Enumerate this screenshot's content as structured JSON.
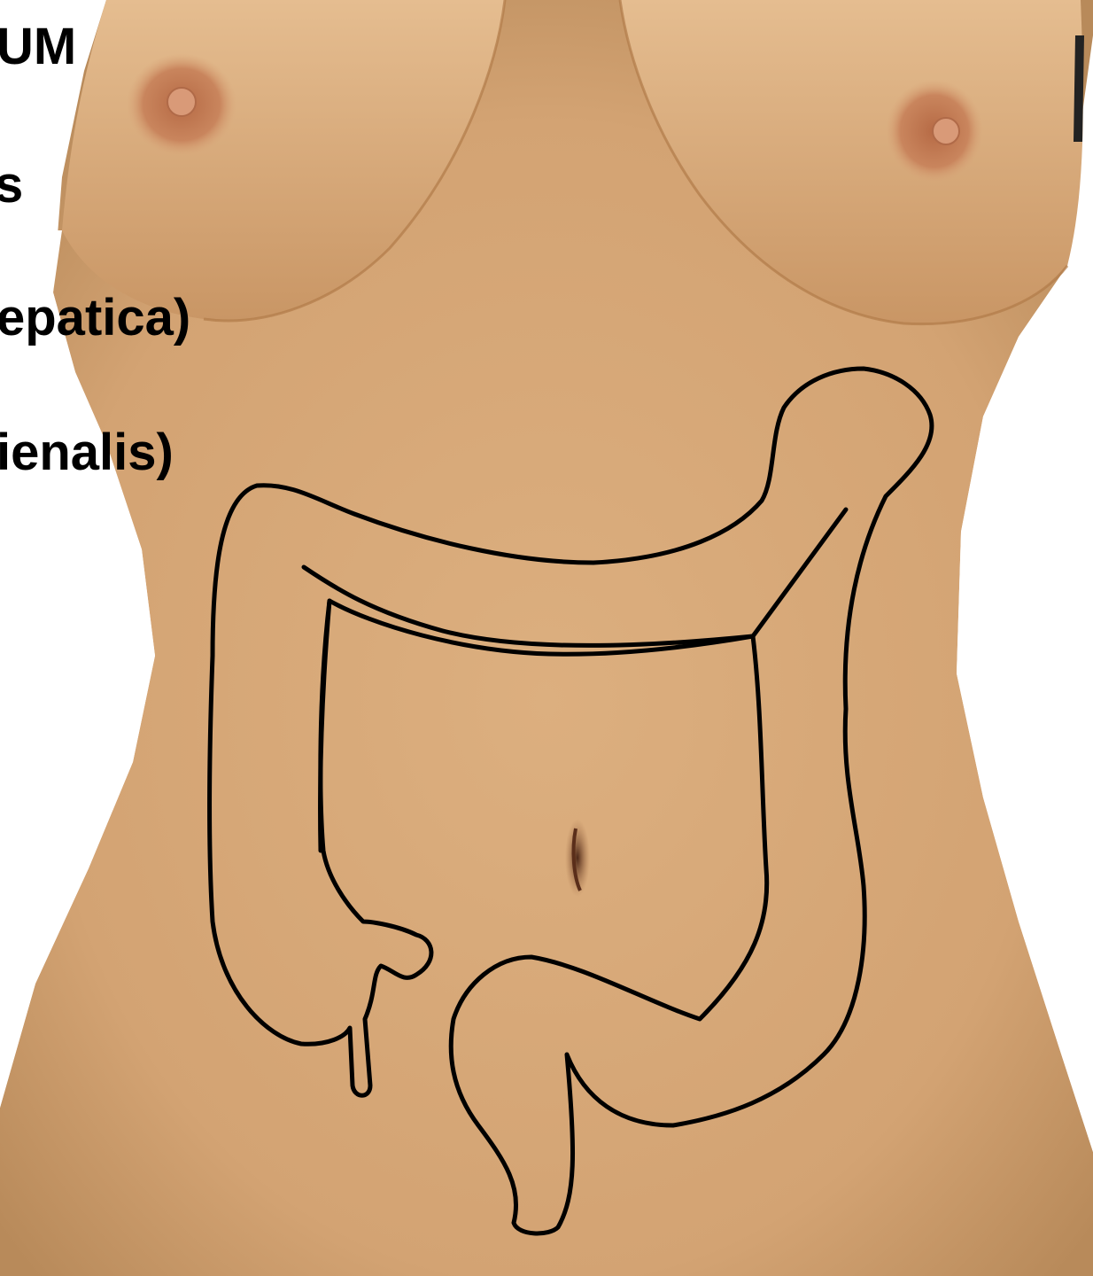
{
  "labels": {
    "line1": "UM",
    "line2": "s",
    "line3": "epatica)",
    "line4": "ienalis)"
  },
  "colors": {
    "background": "#ffffff",
    "skin_light": "#e3b98a",
    "skin_base": "#d6a878",
    "skin_shadow": "#b98752",
    "areola": "#b46e48",
    "nipple": "#d99a78",
    "outline": "#000000",
    "navel": "#6b3a24"
  }
}
